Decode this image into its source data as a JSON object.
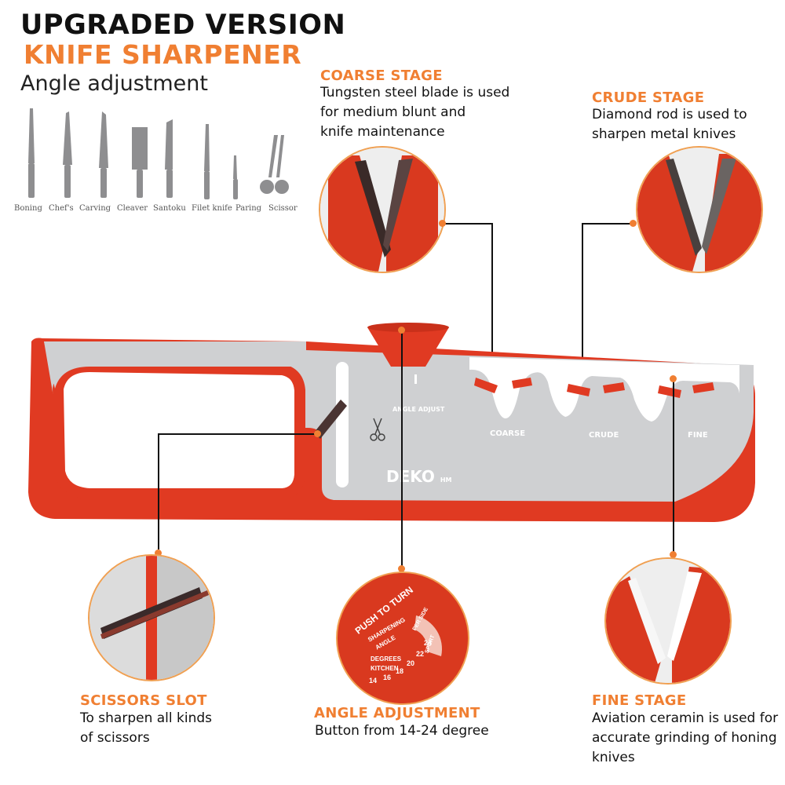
{
  "header": {
    "title": "UPGRADED VERSION",
    "subtitle": "KNIFE SHARPENER",
    "tagline": "Angle adjustment"
  },
  "knives": [
    {
      "label": "Boning",
      "icon": "boning-knife-icon"
    },
    {
      "label": "Chef's",
      "icon": "chef-knife-icon"
    },
    {
      "label": "Carving",
      "icon": "carving-knife-icon"
    },
    {
      "label": "Cleaver",
      "icon": "cleaver-icon"
    },
    {
      "label": "Santoku",
      "icon": "santoku-knife-icon"
    },
    {
      "label": "Filet knife",
      "icon": "filet-knife-icon"
    },
    {
      "label": "Paring",
      "icon": "paring-knife-icon"
    },
    {
      "label": "Scissor",
      "icon": "scissor-icon"
    }
  ],
  "callouts": {
    "coarse": {
      "title": "COARSE STAGE",
      "lines": [
        "Tungsten steel blade is used",
        "for medium blunt and",
        "knife maintenance"
      ]
    },
    "crude": {
      "title": "CRUDE STAGE",
      "lines": [
        "Diamond rod is used to",
        "sharpen metal knives"
      ]
    },
    "scissors": {
      "title": "SCISSORS SLOT",
      "lines": [
        "To sharpen all kinds",
        "of scissors"
      ]
    },
    "angle": {
      "title": "ANGLE ADJUSTMENT",
      "lines": [
        "Button from 14-24 degree"
      ]
    },
    "fine": {
      "title": "FINE STAGE",
      "lines": [
        "Aviation ceramin is used for",
        "accurate grinding of honing",
        "knives"
      ]
    }
  },
  "tool": {
    "angle_adjust_label": "ANGLE ADJUST",
    "coarse_label": "COARSE",
    "crude_label": "CRUDE",
    "fine_label": "FINE",
    "brand": "DEKO",
    "brand_suffix": "HM"
  },
  "dial": {
    "push_text": "PUSH TO TURN",
    "sharpening_text": "SHARPENING",
    "angle_text": "ANGLE",
    "per_side_text": "PER SIDE",
    "degrees_text": "DEGREES",
    "kitchen_text": "KITCHEN",
    "sport_text": "SPORT",
    "ticks": [
      "14",
      "16",
      "18",
      "20",
      "22",
      "24"
    ]
  },
  "colors": {
    "accent_orange": "#f07f32",
    "tool_red": "#e03a22",
    "tool_gray": "#cfd0d2"
  }
}
